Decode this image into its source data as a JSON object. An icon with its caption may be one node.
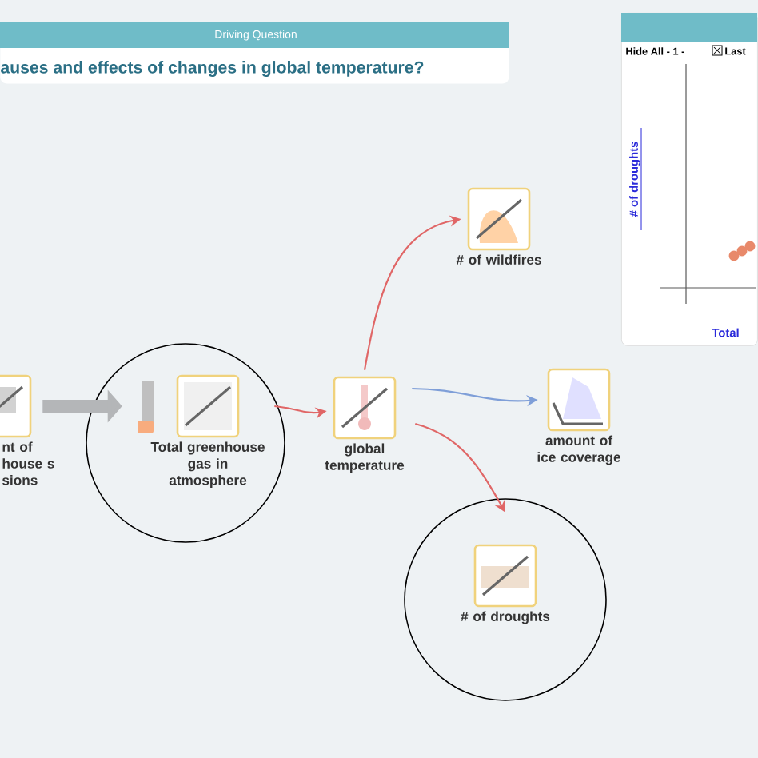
{
  "diagram": {
    "nodes": [
      {
        "text": [
          "Driving Question",
          "auses and effects of changes in global temperature?"
        ]
      },
      {
        "text": [
          "Hide All - 1 -",
          "Last",
          "# of droughts",
          "Total"
        ]
      },
      {
        "text": [
          "nt of house s sions"
        ]
      },
      {
        "text": [],
        "shape": "circle"
      },
      {
        "text": [
          "Total greenhouse gas in atmosphere"
        ],
        "in": 3
      },
      {
        "text": [
          "global temperature"
        ]
      },
      {
        "text": [
          "# of wildfires"
        ]
      },
      {
        "text": [
          "amount of ice coverage"
        ]
      },
      {
        "text": [],
        "shape": "circle"
      },
      {
        "text": [
          "# of droughts"
        ],
        "in": 8
      }
    ],
    "edges": [
      {
        "from": 2,
        "to": 4,
        "arrow": "to",
        "style": "thick",
        "color": "#b4b6b8"
      },
      {
        "from": 4,
        "to": 5,
        "arrow": "to"
      },
      {
        "from": 5,
        "to": 6,
        "arrow": "to"
      },
      {
        "from": 5,
        "to": 7,
        "arrow": "to",
        "color": "#7f9fd8"
      },
      {
        "from": 5,
        "to": 9,
        "arrow": "to"
      }
    ]
  }
}
